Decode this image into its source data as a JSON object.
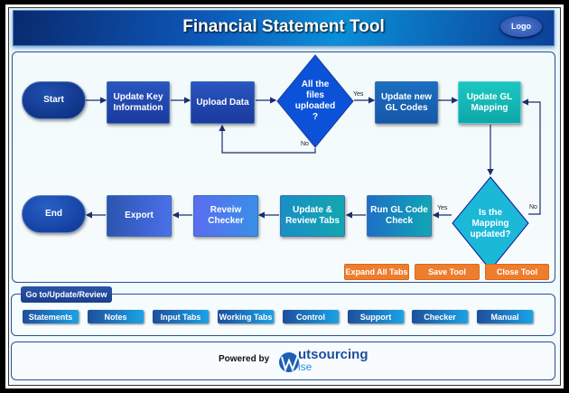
{
  "header": {
    "title": "Financial Statement Tool",
    "logo": "Logo"
  },
  "flow": {
    "start": "Start",
    "update_key": "Update Key Information",
    "upload": "Upload Data",
    "all_files": "All the files uploaded ?",
    "update_gl_codes": "Update new GL Codes",
    "update_mapping": "Update GL Mapping",
    "is_mapping": "Is the Mapping updated?",
    "run_gl": "Run GL Code Check",
    "update_review": "Update & Review Tabs",
    "review_checker": "Reveiw Checker",
    "export": "Export",
    "end": "End",
    "yes": "Yes",
    "no": "No"
  },
  "actions": {
    "expand": "Expand All Tabs",
    "save": "Save Tool",
    "close": "Close Tool"
  },
  "nav": {
    "label": "Go to/Update/Review",
    "items": [
      "Statements",
      "Notes",
      "Input Tabs",
      "Working Tabs",
      "Control",
      "Support",
      "Checker",
      "Manual"
    ]
  },
  "footer": {
    "powered_by": "Powered by",
    "brand_main": "utsourcing",
    "brand_sub": "ise"
  }
}
